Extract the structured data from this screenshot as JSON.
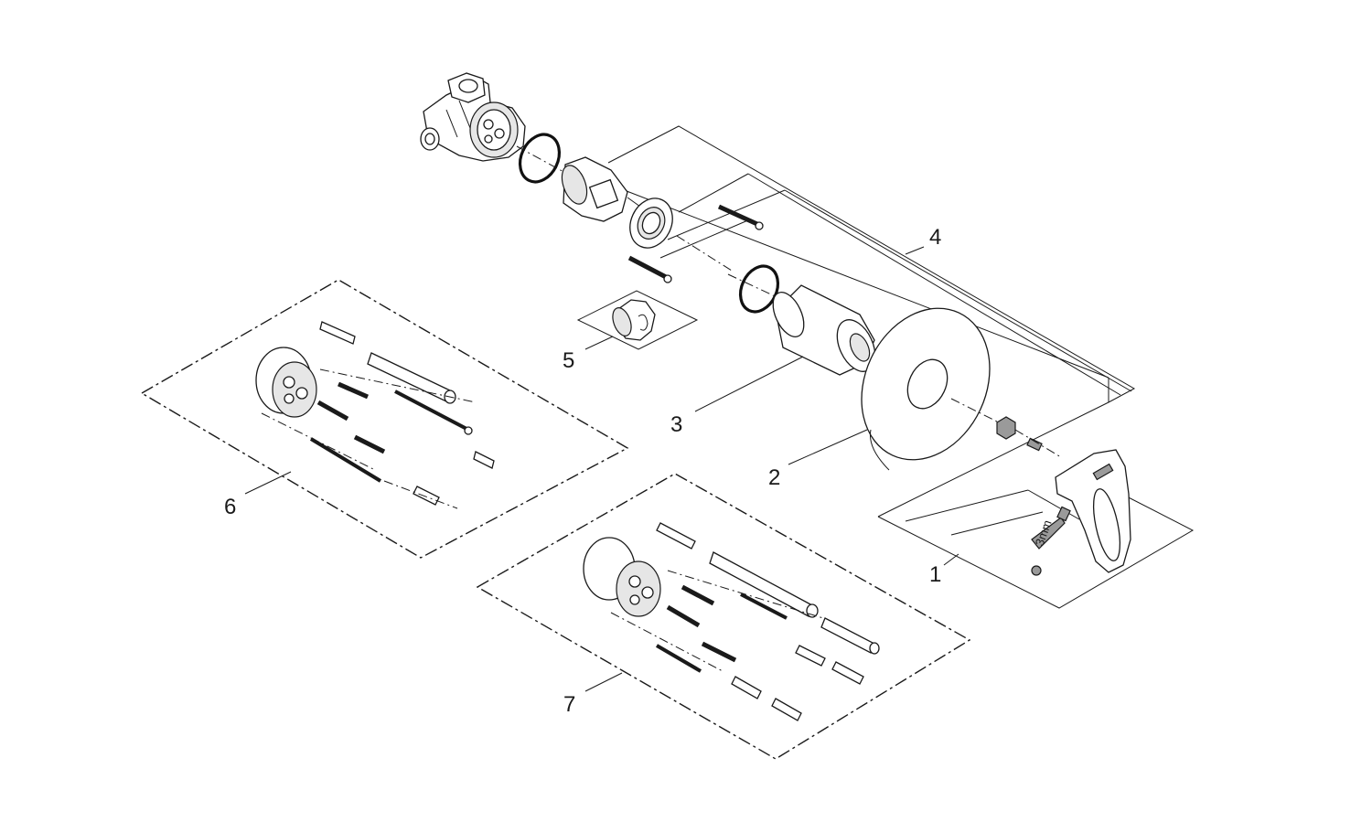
{
  "callouts": {
    "c1": "1",
    "c2": "2",
    "c3": "3",
    "c4": "4",
    "c5": "5",
    "c6": "6",
    "c7": "7"
  },
  "annotations": {
    "hex_key_size": "3mm"
  },
  "colors": {
    "line": "#1a1a1a",
    "background": "#ffffff"
  }
}
